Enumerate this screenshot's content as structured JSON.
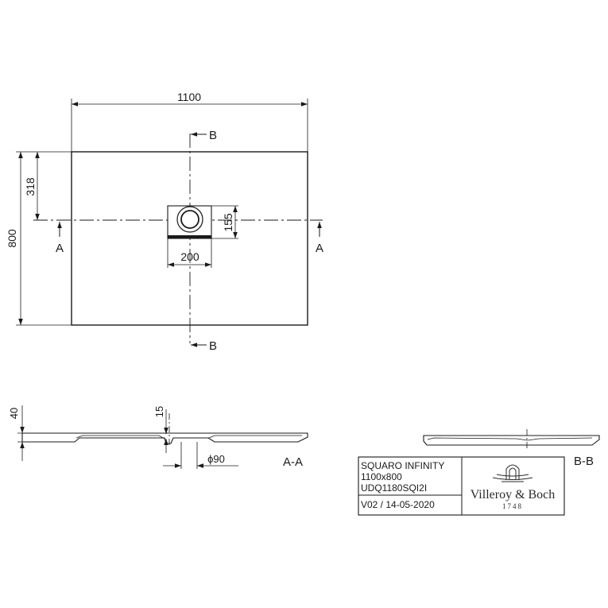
{
  "dimensions": {
    "width": "1100",
    "depth": "800",
    "drain_offset": "318",
    "drain_height": "155",
    "drain_width": "200",
    "thickness": "40",
    "drop": "15",
    "outlet_diameter": "ϕ90"
  },
  "section_markers": {
    "b_top": "B",
    "b_bottom": "B",
    "a_left": "A",
    "a_right": "A"
  },
  "section_labels": {
    "a_a": "A-A",
    "b_b": "B-B"
  },
  "title_block": {
    "product_name": "SQUARO INFINITY",
    "size": "1100x800",
    "article_code": "UDQ1180SQI2I",
    "version": "V02 / 14-05-2020"
  },
  "brand": {
    "name": "Villeroy & Boch",
    "year": "1748"
  }
}
